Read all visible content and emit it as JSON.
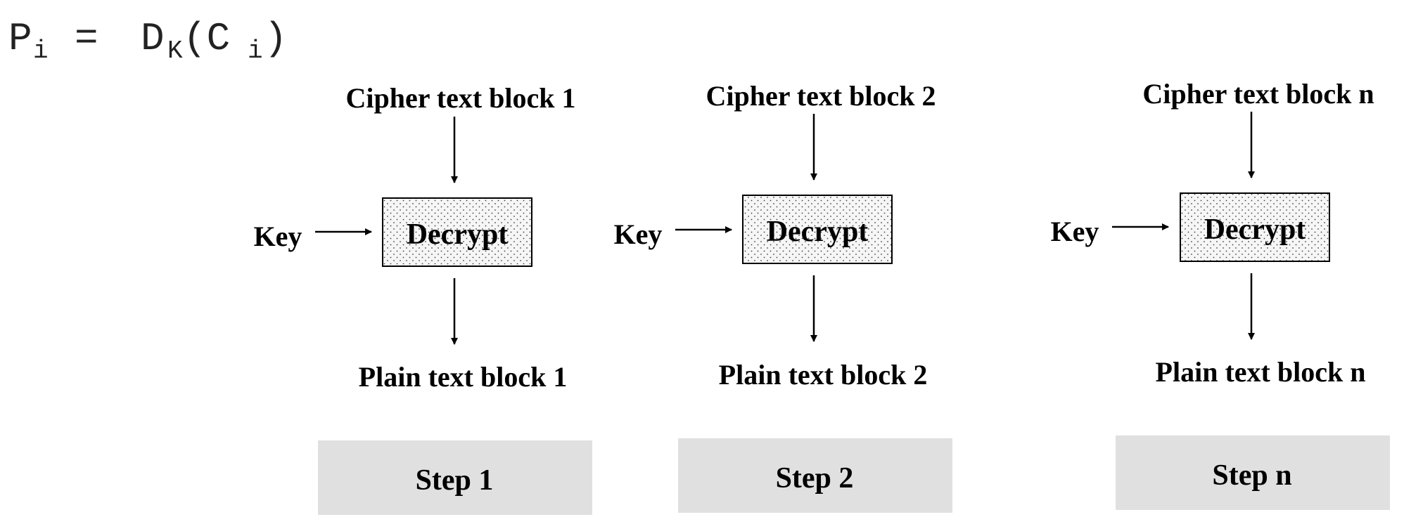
{
  "formula": {
    "lhs": "P",
    "lhs_sub": "i",
    "equals": "=",
    "rhs_func": "D",
    "rhs_func_sub": "K",
    "rhs_arg_open": "(C",
    "rhs_arg_sub": "i",
    "rhs_arg_close": ")"
  },
  "steps": [
    {
      "cipher_label": "Cipher text block 1",
      "key_label": "Key",
      "box_label": "Decrypt",
      "plain_label": "Plain text block 1",
      "step_label": "Step 1"
    },
    {
      "cipher_label": "Cipher text block 2",
      "key_label": "Key",
      "box_label": "Decrypt",
      "plain_label": "Plain text block 2",
      "step_label": "Step 2"
    },
    {
      "cipher_label": "Cipher text block n",
      "key_label": "Key",
      "box_label": "Decrypt",
      "plain_label": "Plain text block n",
      "step_label": "Step n"
    }
  ],
  "colors": {
    "step_box_fill": "#e0e0e0",
    "decrypt_box_fill": "#f6f6f6",
    "line_color": "#000000"
  }
}
